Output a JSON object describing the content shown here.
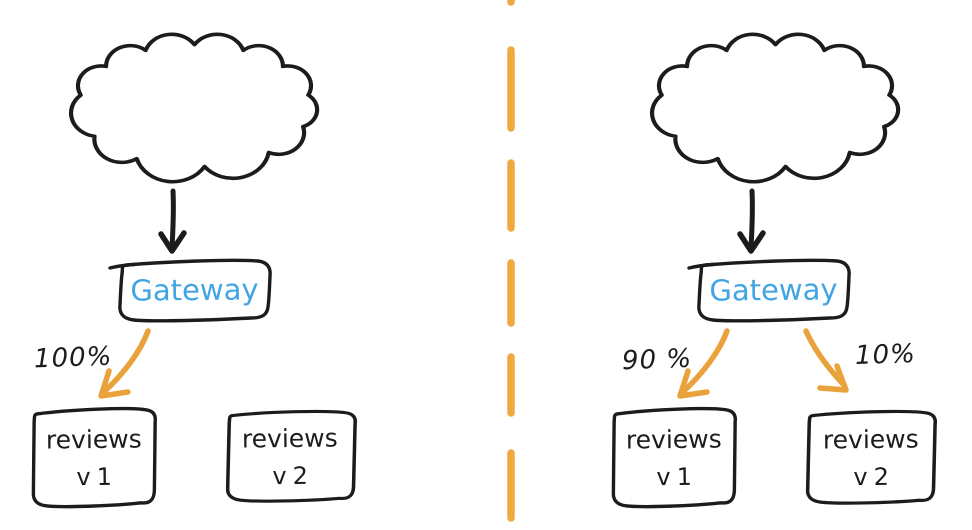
{
  "colors": {
    "ink": "#1C1C1C",
    "arrow_orange": "#E9A23C",
    "divider_orange": "#F0A940",
    "gateway_blue": "#41A4E3"
  },
  "icons": {
    "cloud": "cloud-icon",
    "arrow_down": "arrow-down-icon",
    "arrow_down_left": "arrow-down-left-icon",
    "arrow_down_right": "arrow-down-right-icon"
  },
  "left_panel": {
    "gateway_label": "Gateway",
    "traffic_v1_label": "100%",
    "services": [
      {
        "name": "reviews",
        "version": "v1"
      },
      {
        "name": "reviews",
        "version": "v2"
      }
    ]
  },
  "right_panel": {
    "gateway_label": "Gateway",
    "traffic_v1_label": "90 %",
    "traffic_v2_label": "10%",
    "services": [
      {
        "name": "reviews",
        "version": "v1"
      },
      {
        "name": "reviews",
        "version": "v2"
      }
    ]
  }
}
